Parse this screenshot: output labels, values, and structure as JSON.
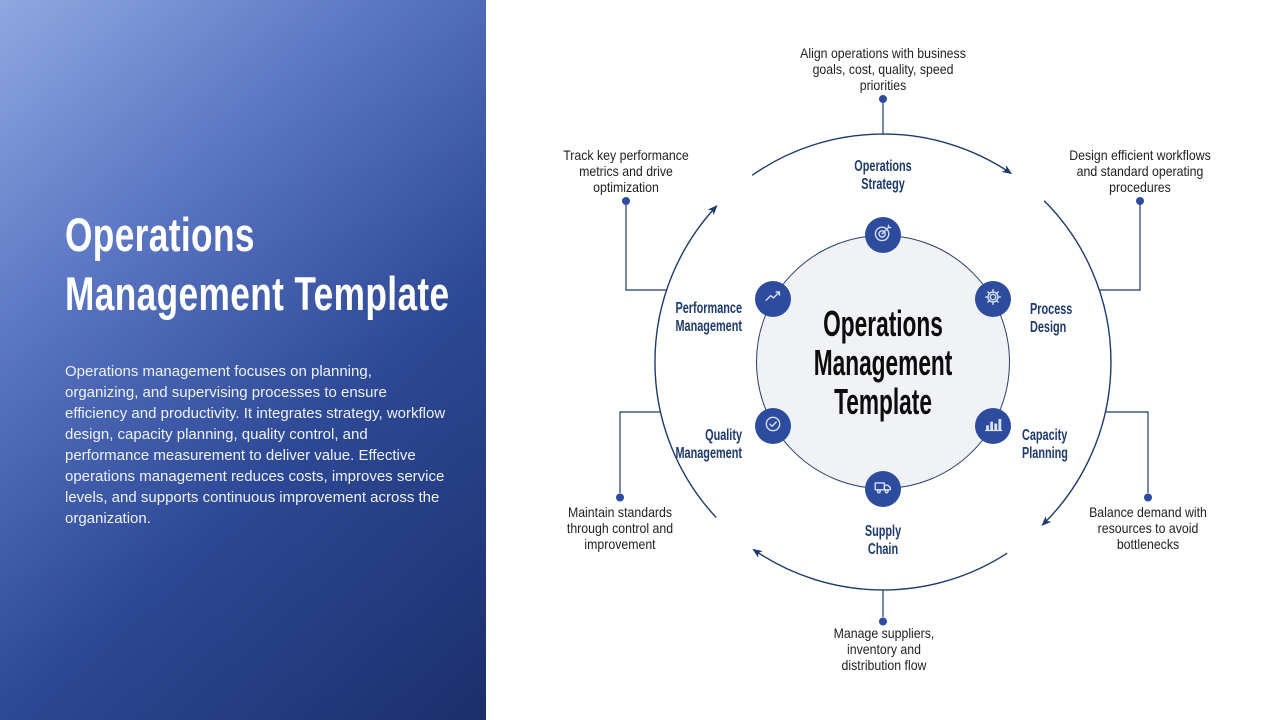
{
  "left_panel": {
    "title_lines": [
      "Operations",
      "Management Template"
    ],
    "description": "Operations management focuses on planning, organizing, and supervising processes to ensure efficiency and productivity. It integrates strategy, workflow design, capacity planning, quality control, and performance measurement to deliver value. Effective operations management reduces costs, improves service levels, and supports continuous improvement across the organization."
  },
  "diagram": {
    "center_title_lines": [
      "Operations",
      "Management",
      "Template"
    ],
    "nodes": [
      {
        "id": "operations-strategy",
        "icon": "target-dart-icon",
        "label_lines": [
          "Operations",
          "Strategy"
        ],
        "annotation_lines": [
          "Align operations with business",
          "goals, cost, quality, speed",
          "priorities"
        ]
      },
      {
        "id": "process-design",
        "icon": "gear-icon",
        "label_lines": [
          "Process",
          "Design"
        ],
        "annotation_lines": [
          "Design efficient workflows",
          "and standard operating",
          "procedures"
        ]
      },
      {
        "id": "capacity-planning",
        "icon": "bar-chart-icon",
        "label_lines": [
          "Capacity",
          "Planning"
        ],
        "annotation_lines": [
          "Balance demand with",
          "resources to avoid",
          "bottlenecks"
        ]
      },
      {
        "id": "supply-chain",
        "icon": "truck-icon",
        "label_lines": [
          "Supply",
          "Chain"
        ],
        "annotation_lines": [
          "Manage suppliers,",
          "inventory and",
          "distribution flow"
        ]
      },
      {
        "id": "quality-management",
        "icon": "check-circle-icon",
        "label_lines": [
          "Quality",
          "Management"
        ],
        "annotation_lines": [
          "Maintain standards",
          "through control and",
          "improvement"
        ]
      },
      {
        "id": "performance-management",
        "icon": "trend-up-icon",
        "label_lines": [
          "Performance",
          "Management"
        ],
        "annotation_lines": [
          "Track key performance",
          "metrics and drive",
          "optimization"
        ]
      }
    ],
    "colors": {
      "node_circle_fill": "#2e4c9e",
      "line_navy": "#1e3a6d",
      "center_circle_fill": "#f1f2f5",
      "label_text": "#1e3a6d",
      "annotation_text": "#1f1f1f",
      "panel_gradient_top_left": "#90a8e0",
      "panel_gradient_bottom_right": "#1c2f6b"
    }
  }
}
